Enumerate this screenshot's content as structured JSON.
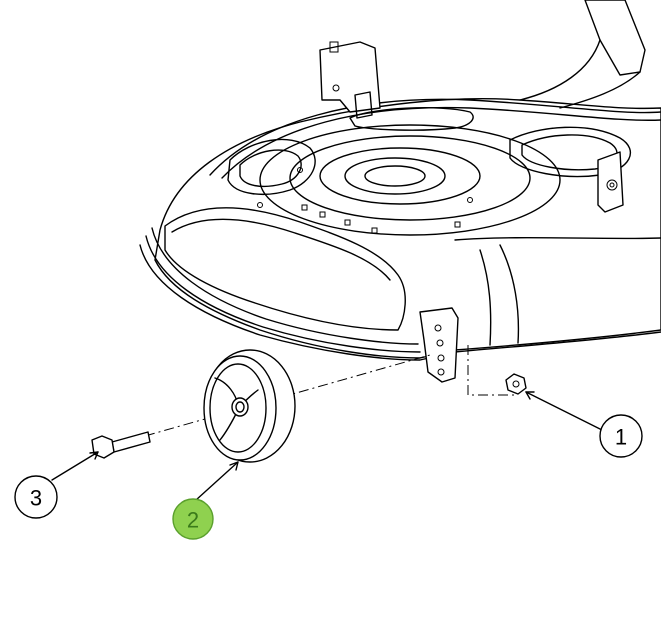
{
  "callouts": [
    {
      "id": "1",
      "label": "1",
      "highlighted": false
    },
    {
      "id": "2",
      "label": "2",
      "highlighted": true
    },
    {
      "id": "3",
      "label": "3",
      "highlighted": false
    }
  ],
  "colors": {
    "highlight_fill": "#8fd14f",
    "highlight_stroke": "#5aa02c",
    "highlight_text": "#3a7a1a",
    "line": "#000000",
    "background": "#ffffff"
  }
}
